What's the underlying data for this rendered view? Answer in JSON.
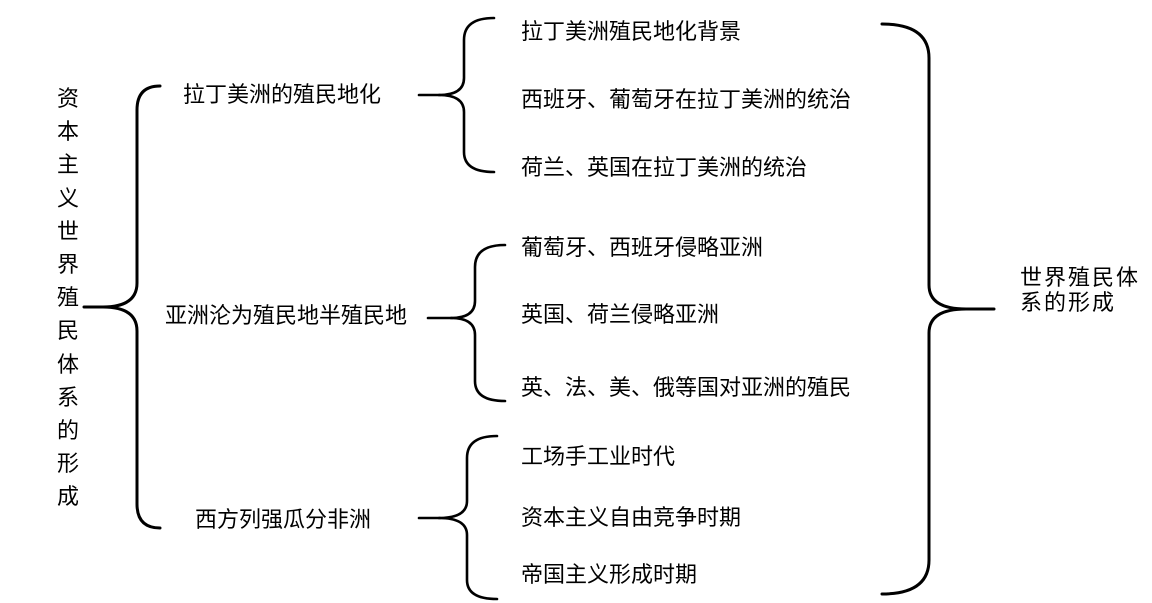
{
  "diagram": {
    "root": "资本主义世界殖民体系的形成",
    "result": {
      "lines": [
        "世界殖民体",
        "系的形成"
      ]
    },
    "branches": [
      {
        "label": "拉丁美洲的殖民地化",
        "children": [
          "拉丁美洲殖民地化背景",
          "西班牙、葡萄牙在拉丁美洲的统治",
          "荷兰、英国在拉丁美洲的统治"
        ]
      },
      {
        "label": "亚洲沦为殖民地半殖民地",
        "children": [
          "葡萄牙、西班牙侵略亚洲",
          "英国、荷兰侵略亚洲",
          "英、法、美、俄等国对亚洲的殖民"
        ]
      },
      {
        "label": "西方列强瓜分非洲",
        "children": [
          "工场手工业时代",
          "资本主义自由竞争时期",
          "帝国主义形成时期"
        ]
      }
    ],
    "colors": {
      "line": "#000000",
      "text": "#000000",
      "background": "#ffffff"
    }
  }
}
